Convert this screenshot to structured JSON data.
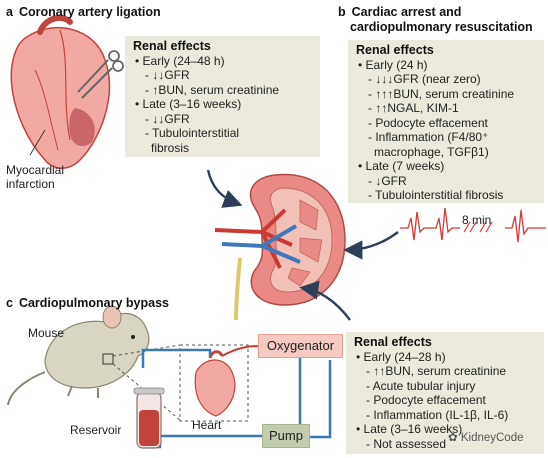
{
  "panel_a": {
    "letter": "a",
    "title": "Coronary artery ligation",
    "infarction_label_1": "Myocardial",
    "infarction_label_2": "infarction",
    "renal_box": {
      "heading": "Renal effects",
      "lines": [
        "• Early (24–48 h)",
        "- ↓↓GFR",
        "- ↑BUN, serum creatinine",
        "• Late (3–16 weeks)",
        "- ↓↓GFR",
        "- Tubulointerstitial",
        "fibrosis"
      ]
    }
  },
  "panel_b": {
    "letter": "b",
    "title_line1": "Cardiac arrest and",
    "title_line2": "cardiopulmonary resuscitation",
    "ecg_label": "8 min",
    "renal_box": {
      "heading": "Renal effects",
      "lines": [
        "• Early (24 h)",
        "- ↓↓↓GFR (near zero)",
        "- ↑↑↑BUN, serum creatinine",
        "- ↑↑NGAL, KIM-1",
        "- Podocyte effacement",
        "- Inflammation (F4/80⁺",
        "macrophage, TGFβ1)",
        "• Late (7 weeks)",
        "- ↓GFR",
        "- Tubulointerstitial fibrosis"
      ]
    }
  },
  "panel_c": {
    "letter": "c",
    "title": "Cardiopulmonary bypass",
    "mouse_label": "Mouse",
    "reservoir_label": "Reservoir",
    "heart_label": "Heart",
    "oxygenator_label": "Oxygenator",
    "pump_label": "Pump",
    "renal_box": {
      "heading": "Renal effects",
      "lines": [
        "• Early (24–28 h)",
        "- ↑↑BUN, serum creatinine",
        "- Acute tubular injury",
        "- Podocyte effacement",
        "- Inflammation (IL-1β, IL-6)",
        "• Late (3–16 weeks)",
        "- Not assessed"
      ]
    }
  },
  "watermark": "KidneyCode",
  "colors": {
    "box_bg": "#ebeadc",
    "heart_fill": "#f2a9a3",
    "heart_stroke": "#c0443c",
    "kidney_fill": "#e98a86",
    "vessel_blue": "#3f78b8",
    "vessel_red": "#c93a33",
    "arrow": "#2d3e57",
    "ecg": "#d23a33",
    "oxygenator_bg": "#f6c9c2",
    "pump_bg": "#c2ccae",
    "mouse_fill": "#d9d5c3"
  }
}
